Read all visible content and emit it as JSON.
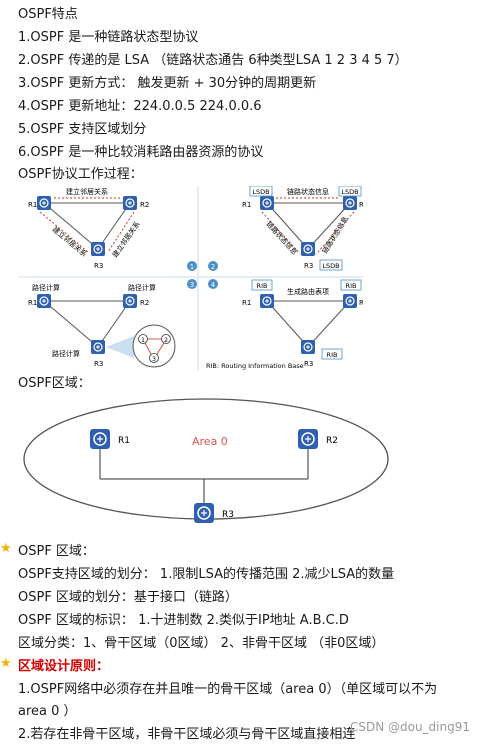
{
  "heading": "OSPF特点",
  "features": [
    "1.OSPF 是一种链路状态型协议",
    "2.OSPF 传递的是 LSA （链路状态通告 6种类型LSA  1 2 3 4 5 7）",
    "3.OSPF 更新方式：  触发更新  +  30分钟的周期更新",
    "4.OSPF 更新地址：224.0.0.5  224.0.0.6",
    "5.OSPF 支持区域划分",
    "6.OSPF 是一种比较消耗路由器资源的协议"
  ],
  "process_title": "OSPF协议工作过程：",
  "process_diagram": {
    "routers": [
      "R1",
      "R2",
      "R3"
    ],
    "p1": {
      "top_link": "建立邻居关系",
      "left_link": "建立邻居关系",
      "right_link": "建立邻居关系"
    },
    "p2": {
      "lsdb": "LSDB",
      "top_link": "链路状态信息",
      "left_link": "链路状态信息",
      "right_link": "链路状态信息"
    },
    "p3": {
      "calc": "路径计算"
    },
    "p4": {
      "rib": "RIB",
      "top_link": "生成路由表项",
      "note": "RIB: Routing Information Base"
    },
    "steps": [
      "1",
      "2",
      "3",
      "4"
    ]
  },
  "area_title": "OSPF区域：",
  "area_diagram": {
    "area_label": "Area 0",
    "routers": [
      "R1",
      "R2",
      "R3"
    ]
  },
  "area_section": {
    "title": "OSPF 区域：",
    "lines": [
      "OSPF支持区域的划分：  1.限制LSA的传播范围       2.减少LSA的数量",
      "OSPF 区域的划分：基于接口（链路）",
      "OSPF 区域的标识：  1.十进制数  2.类似于IP地址 A.B.C.D",
      "区域分类：1、骨干区域（0区域）   2、非骨干区域 （非0区域）"
    ]
  },
  "design_section": {
    "title": "区域设计原则：",
    "lines": [
      "1.OSPF网络中必须存在并且唯一的骨干区域（area 0）（单区域可以不为",
      "area 0 ）",
      "2.若存在非骨干区域，非骨干区域必须与骨干区域直接相连"
    ]
  },
  "watermark": "CSDN @dou_ding91",
  "colors": {
    "router": "#2f5fb0",
    "link_red": "#c0392b",
    "area_text": "#d9534f"
  }
}
